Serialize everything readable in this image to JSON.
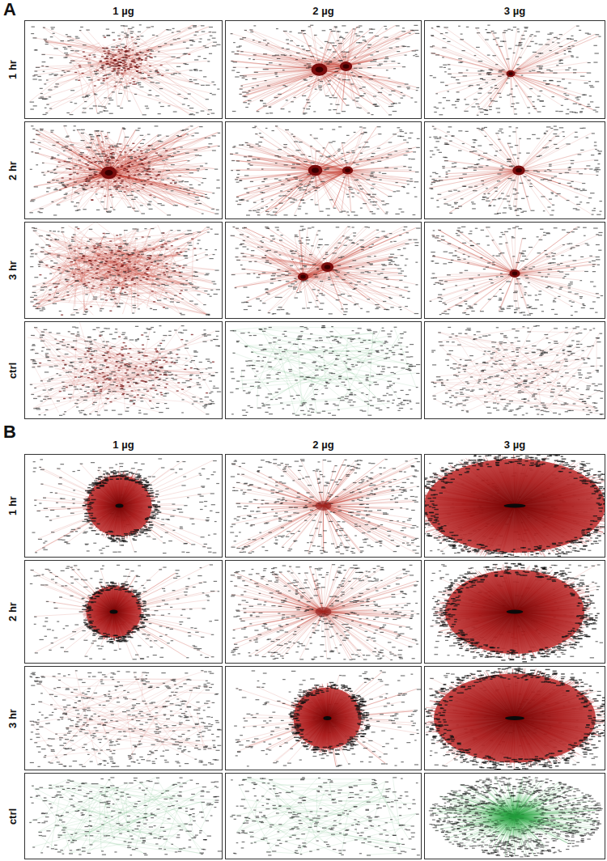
{
  "diagram": {
    "labels": [
      "A",
      "1 µg",
      "2 µg",
      "3 µg",
      "1 hr",
      "2 hr",
      "3 hr",
      "ctrl",
      "B",
      "1 µg",
      "2 µg",
      "3 µg",
      "1 hr",
      "2 hr",
      "3 hr",
      "ctrl"
    ]
  }
}
